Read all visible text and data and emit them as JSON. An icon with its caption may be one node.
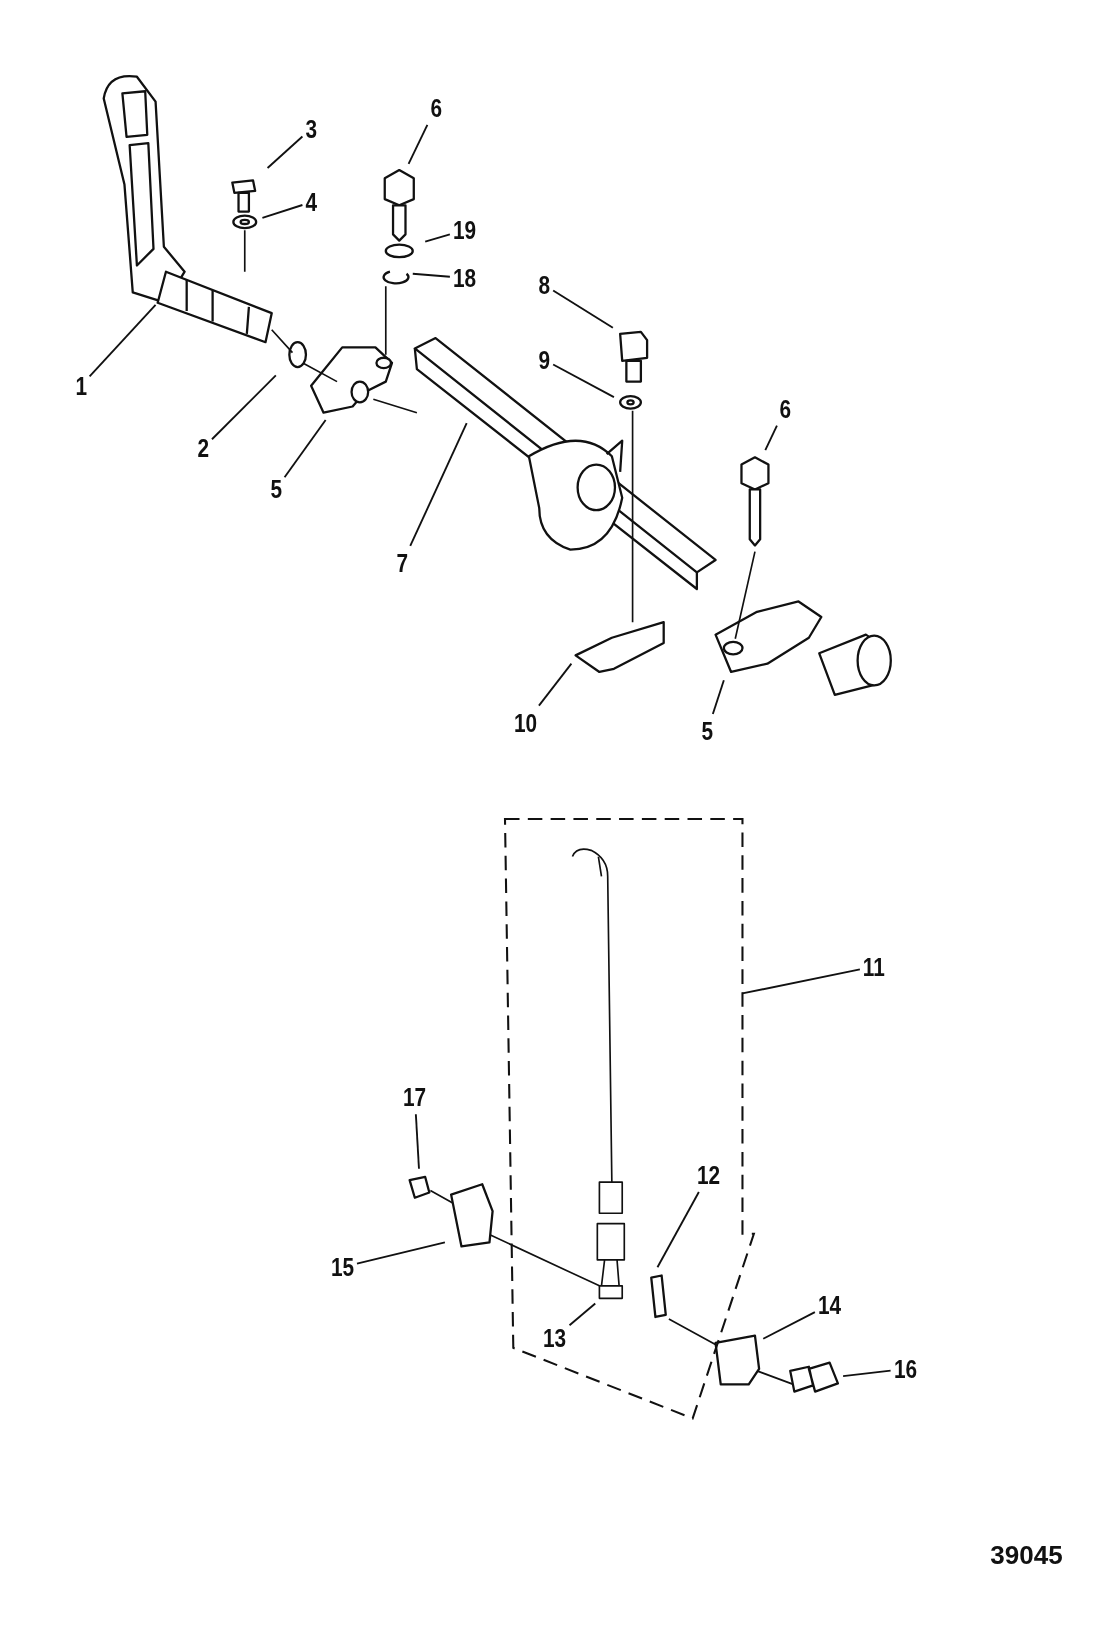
{
  "diagram": {
    "nodes": [
      {
        "text": [
          "3"
        ]
      },
      {
        "text": [
          "6"
        ]
      },
      {
        "text": [
          "4"
        ]
      },
      {
        "text": [
          "19"
        ]
      },
      {
        "text": [
          "18"
        ]
      },
      {
        "text": [
          "8"
        ]
      },
      {
        "text": [
          "1"
        ]
      },
      {
        "text": [
          "9"
        ]
      },
      {
        "text": [
          "2"
        ]
      },
      {
        "text": [
          "5"
        ]
      },
      {
        "text": [
          "7"
        ]
      },
      {
        "text": [
          "6"
        ]
      },
      {
        "text": [
          "10"
        ]
      },
      {
        "text": [
          "5"
        ]
      },
      {
        "text": [],
        "shape": "box"
      },
      {
        "text": [
          "11"
        ]
      },
      {
        "text": [
          "17"
        ]
      },
      {
        "text": [
          "12"
        ],
        "in": 14
      },
      {
        "text": [
          "15"
        ]
      },
      {
        "text": [
          "13"
        ],
        "in": 14
      },
      {
        "text": [
          "14"
        ]
      },
      {
        "text": [
          "16"
        ]
      }
    ],
    "edges": [
      {
        "from": 0,
        "to": null,
        "arrow": "none"
      },
      {
        "from": 1,
        "to": null,
        "arrow": "none"
      },
      {
        "from": 2,
        "to": null,
        "arrow": "none"
      },
      {
        "from": 3,
        "to": null,
        "arrow": "none"
      },
      {
        "from": 4,
        "to": null,
        "arrow": "none"
      },
      {
        "from": 5,
        "to": null,
        "arrow": "none"
      },
      {
        "from": 6,
        "to": null,
        "arrow": "none"
      },
      {
        "from": 7,
        "to": null,
        "arrow": "none"
      },
      {
        "from": 8,
        "to": null,
        "arrow": "none"
      },
      {
        "from": 9,
        "to": null,
        "arrow": "none"
      },
      {
        "from": 10,
        "to": null,
        "arrow": "none"
      },
      {
        "from": 11,
        "to": null,
        "arrow": "none"
      },
      {
        "from": 12,
        "to": null,
        "arrow": "none"
      },
      {
        "from": 13,
        "to": null,
        "arrow": "none"
      },
      {
        "from": 15,
        "to": 14,
        "arrow": "none"
      },
      {
        "from": 16,
        "to": null,
        "arrow": "none"
      },
      {
        "from": 17,
        "to": null,
        "arrow": "none"
      },
      {
        "from": 18,
        "to": null,
        "arrow": "none"
      },
      {
        "from": 19,
        "to": null,
        "arrow": "none"
      },
      {
        "from": 20,
        "to": null,
        "arrow": "none"
      },
      {
        "from": 21,
        "to": null,
        "arrow": "none"
      }
    ],
    "labels": [
      "39045"
    ]
  }
}
